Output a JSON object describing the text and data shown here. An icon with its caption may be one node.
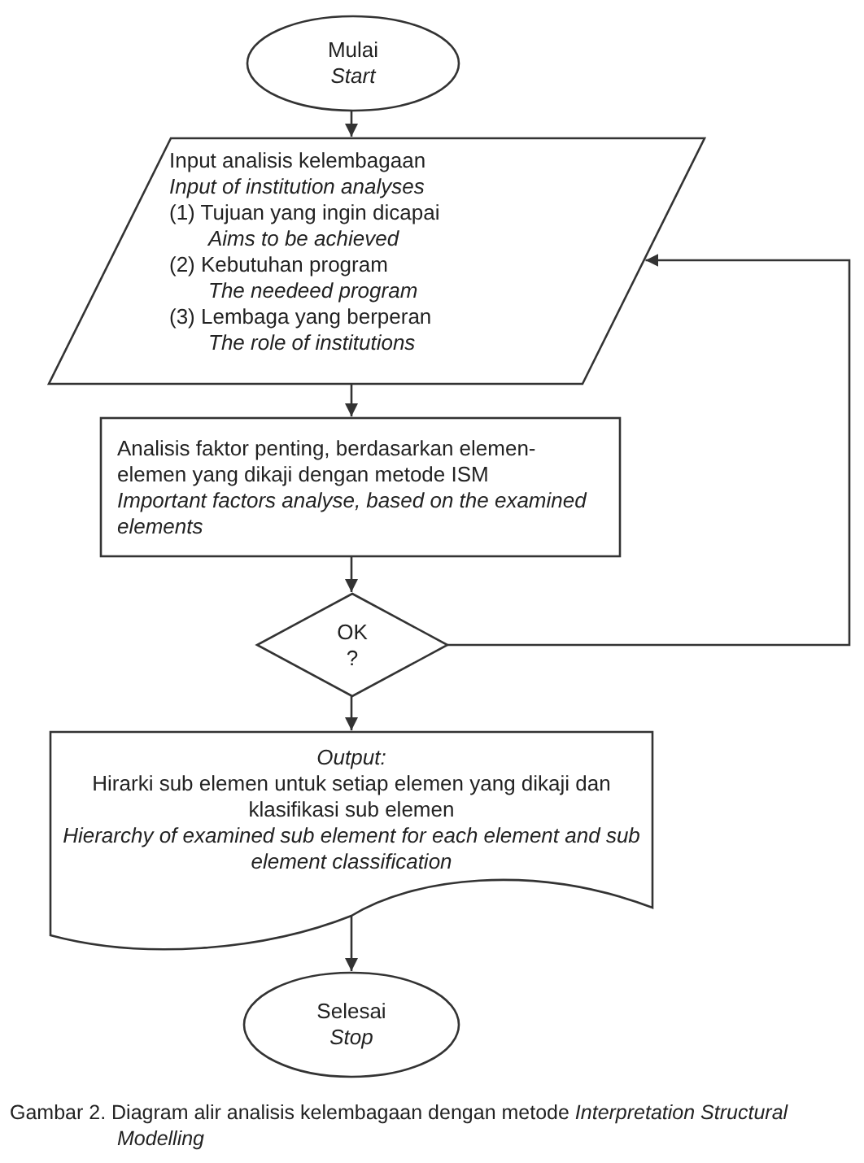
{
  "diagram": {
    "caption": "Gambar 2. Diagram alir analisis kelembagaan dengan metode *Interpretation Structural Modelling*",
    "nodes": [
      {
        "text": [
          "Mulai",
          "Start"
        ]
      },
      {
        "text": [
          "Input analisis kelembagaan",
          "Input of institution analyses",
          "(1) Tujuan yang ingin dicapai",
          "Aims to be achieved",
          "(2) Kebutuhan program",
          "The needeed program",
          "(3) Lembaga yang berperan",
          "The role of institutions"
        ]
      },
      {
        "text": [
          "Analisis faktor penting, berdasarkan elemen-elemen yang dikaji dengan metode ISM",
          "Important factors analyse, based on the examined elements"
        ]
      },
      {
        "text": [
          "OK",
          "?"
        ]
      },
      {
        "text": [
          "Output:",
          "Hirarki sub elemen untuk setiap elemen yang dikaji dan klasifikasi sub elemen",
          "Hierarchy of examined sub element for each element and sub element classification"
        ]
      },
      {
        "text": [
          "Selesai",
          "Stop"
        ]
      }
    ],
    "edges": [
      {
        "from": 0,
        "to": 1,
        "arrow": "to"
      },
      {
        "from": 1,
        "to": 2,
        "arrow": "to"
      },
      {
        "from": 2,
        "to": 3,
        "arrow": "to"
      },
      {
        "from": 3,
        "to": 4,
        "arrow": "to"
      },
      {
        "from": 3,
        "to": 1,
        "arrow": "to"
      },
      {
        "from": 4,
        "to": 5,
        "arrow": "to"
      }
    ]
  }
}
